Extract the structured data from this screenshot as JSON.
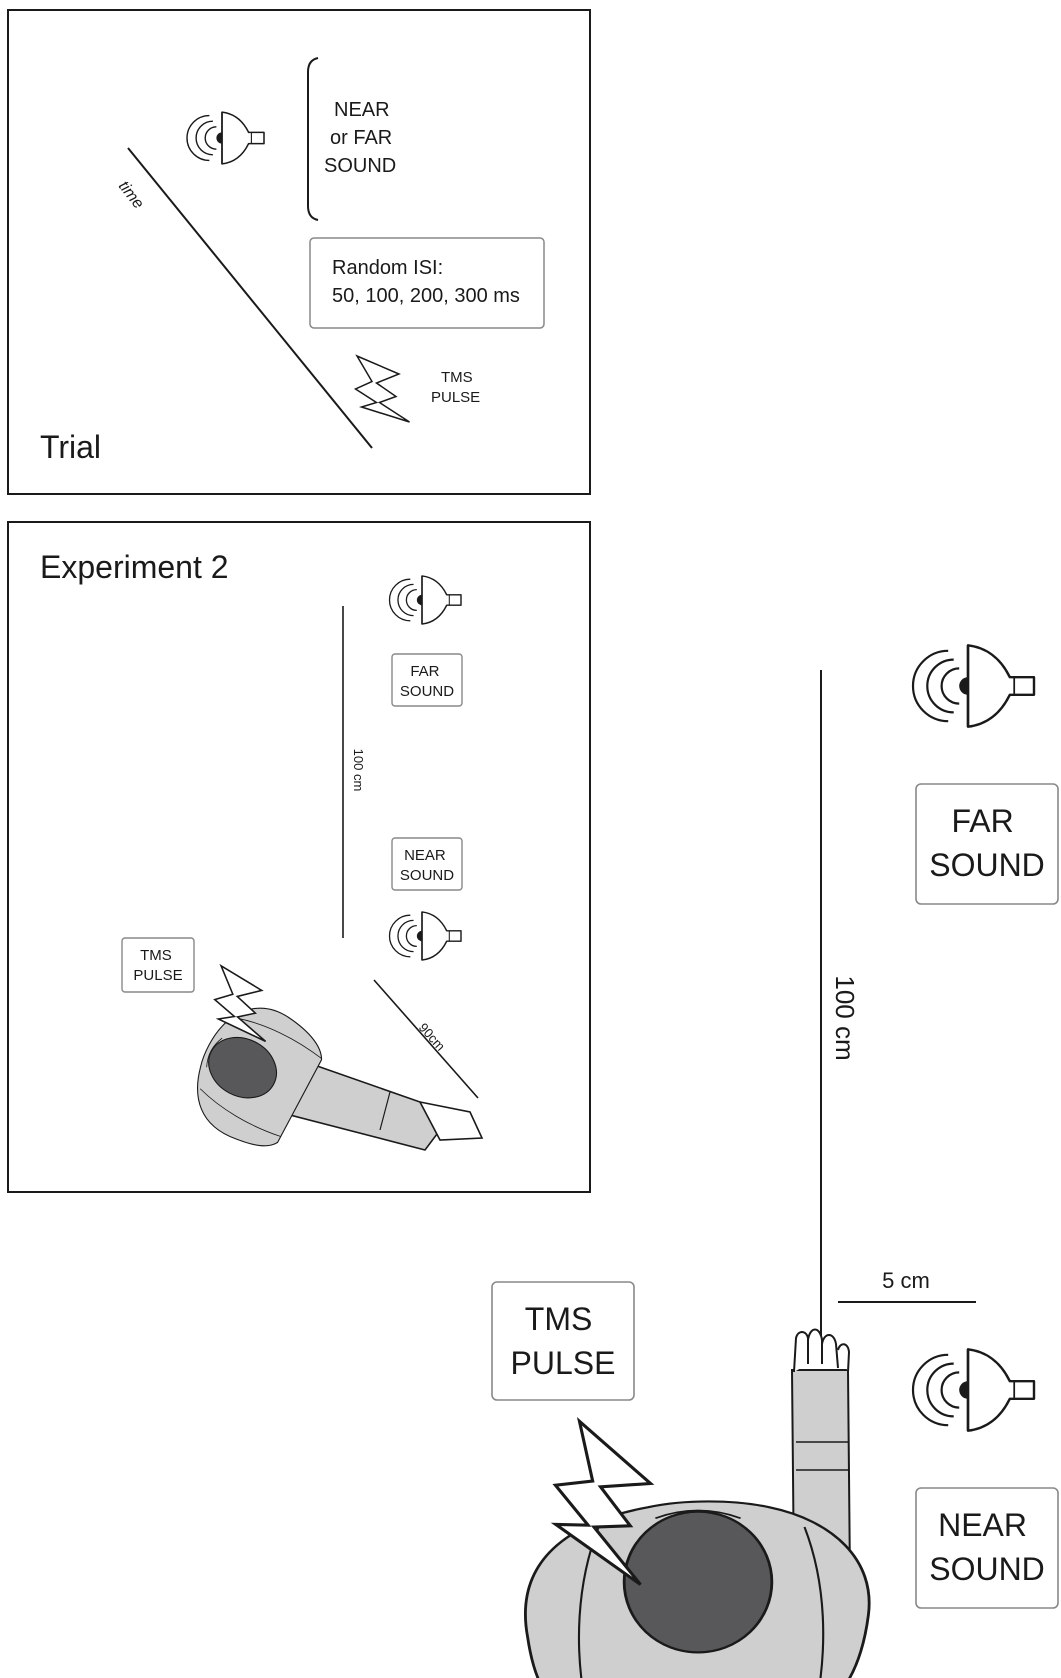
{
  "trial": {
    "title": "Trial",
    "time_label": "time",
    "sound_label": [
      "NEAR",
      "or FAR",
      "SOUND"
    ],
    "isi_label": [
      "Random ISI:",
      "50, 100, 200, 300 ms"
    ],
    "tms_label": [
      "TMS",
      "PULSE"
    ]
  },
  "experiment2": {
    "title": "Experiment 2",
    "far_label": [
      "FAR",
      "SOUND"
    ],
    "near_label": [
      "NEAR",
      "SOUND"
    ],
    "tms_label": [
      "TMS",
      "PULSE"
    ],
    "distance_label": "100 cm",
    "arm_distance_label": "90cm"
  },
  "experiment1": {
    "far_label": [
      "FAR",
      "SOUND"
    ],
    "near_label": [
      "NEAR",
      "SOUND"
    ],
    "tms_label": [
      "TMS",
      "PULSE"
    ],
    "distance_label": "100 cm",
    "offset_label": "5 cm"
  },
  "colors": {
    "body": "#cfcfcf",
    "head": "#58585a",
    "line": "#1a1a1a"
  }
}
